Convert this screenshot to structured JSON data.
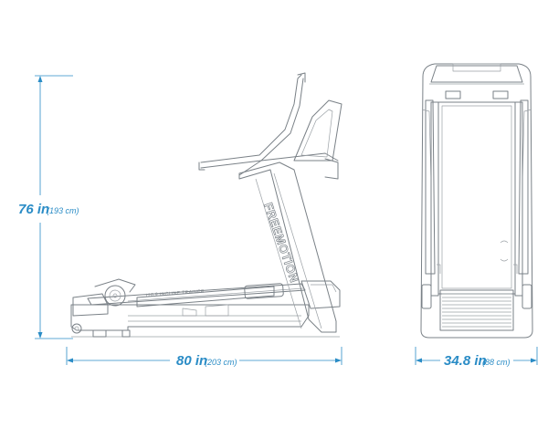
{
  "dimensions": {
    "height": {
      "value": "76 in",
      "metric": "(193 cm)"
    },
    "length": {
      "value": "80 in",
      "metric": "(203 cm)"
    },
    "width": {
      "value": "34.8 in",
      "metric": "(88 cm)"
    }
  },
  "labels": {
    "brand": "FREEMOTION",
    "model": "t10.9 INCLINE TRAINER"
  },
  "colors": {
    "dimension": "#2a8cc6",
    "line_art": "#7a8187"
  }
}
